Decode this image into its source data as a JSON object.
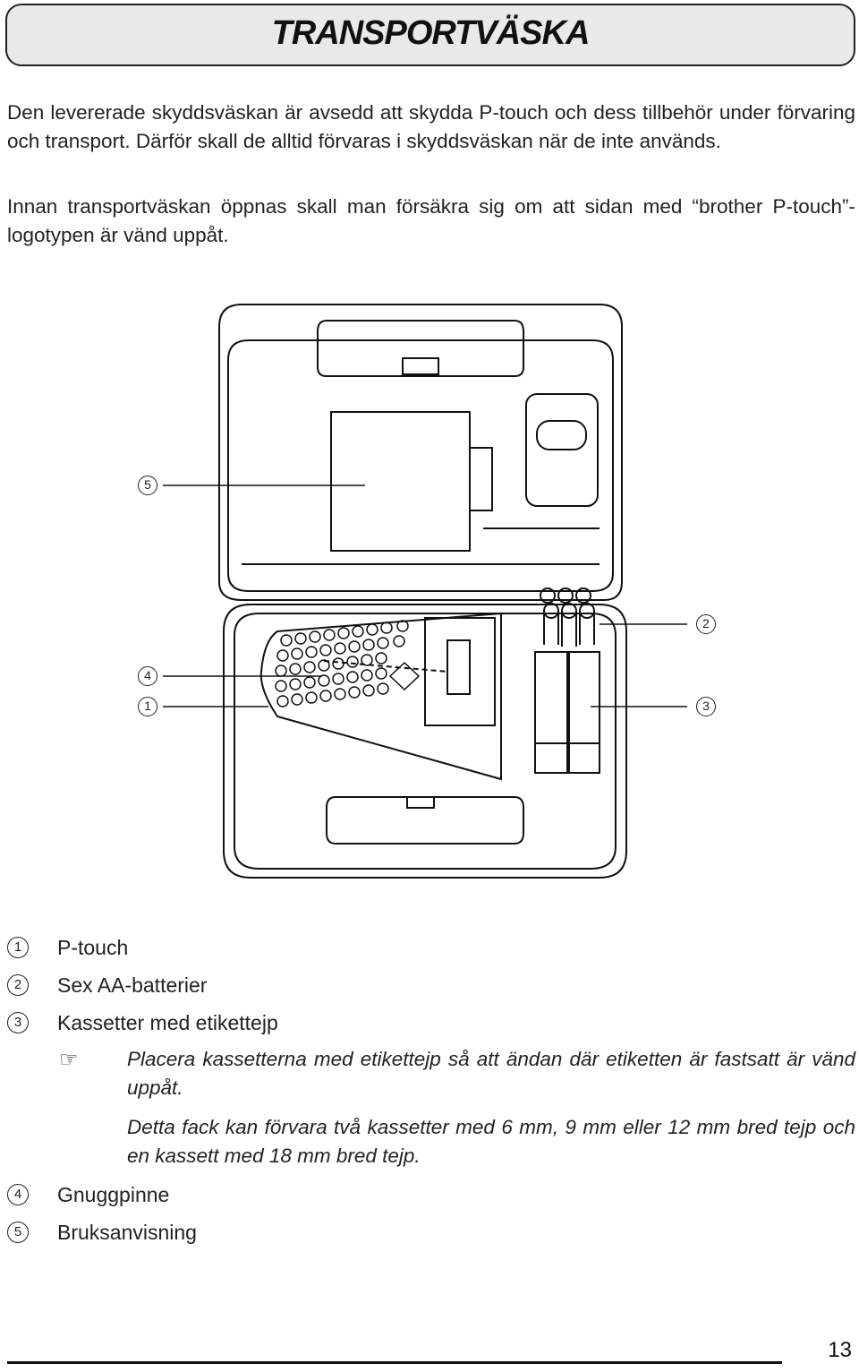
{
  "title": "TRANSPORTVÄSKA",
  "paragraphs": {
    "p1": "Den levererade skyddsväskan är avsedd att skydda P-touch och dess tillbehör under förvaring och transport. Därför skall de alltid förvaras i skyddsväskan när de inte används.",
    "p2": "Innan transportväskan öppnas skall man försäkra sig om att sidan med “brother P-touch”-logotypen är vänd uppåt."
  },
  "callouts": [
    "1",
    "2",
    "3",
    "4",
    "5"
  ],
  "items": [
    {
      "num": "1",
      "label": "P-touch"
    },
    {
      "num": "2",
      "label": "Sex AA-batterier"
    },
    {
      "num": "3",
      "label": "Kassetter med etikettejp"
    },
    {
      "num": "4",
      "label": "Gnuggpinne"
    },
    {
      "num": "5",
      "label": "Bruksanvisning"
    }
  ],
  "notes": {
    "icon": "pointing-hand-icon",
    "n1": "Placera kassetterna med etikettejp så att ändan där etiketten är fastsatt är vänd uppåt.",
    "n2": "Detta fack kan förvara två kassetter med 6 mm, 9 mm eller 12 mm bred tejp och en kassett med 18 mm bred tejp."
  },
  "page_number": "13"
}
